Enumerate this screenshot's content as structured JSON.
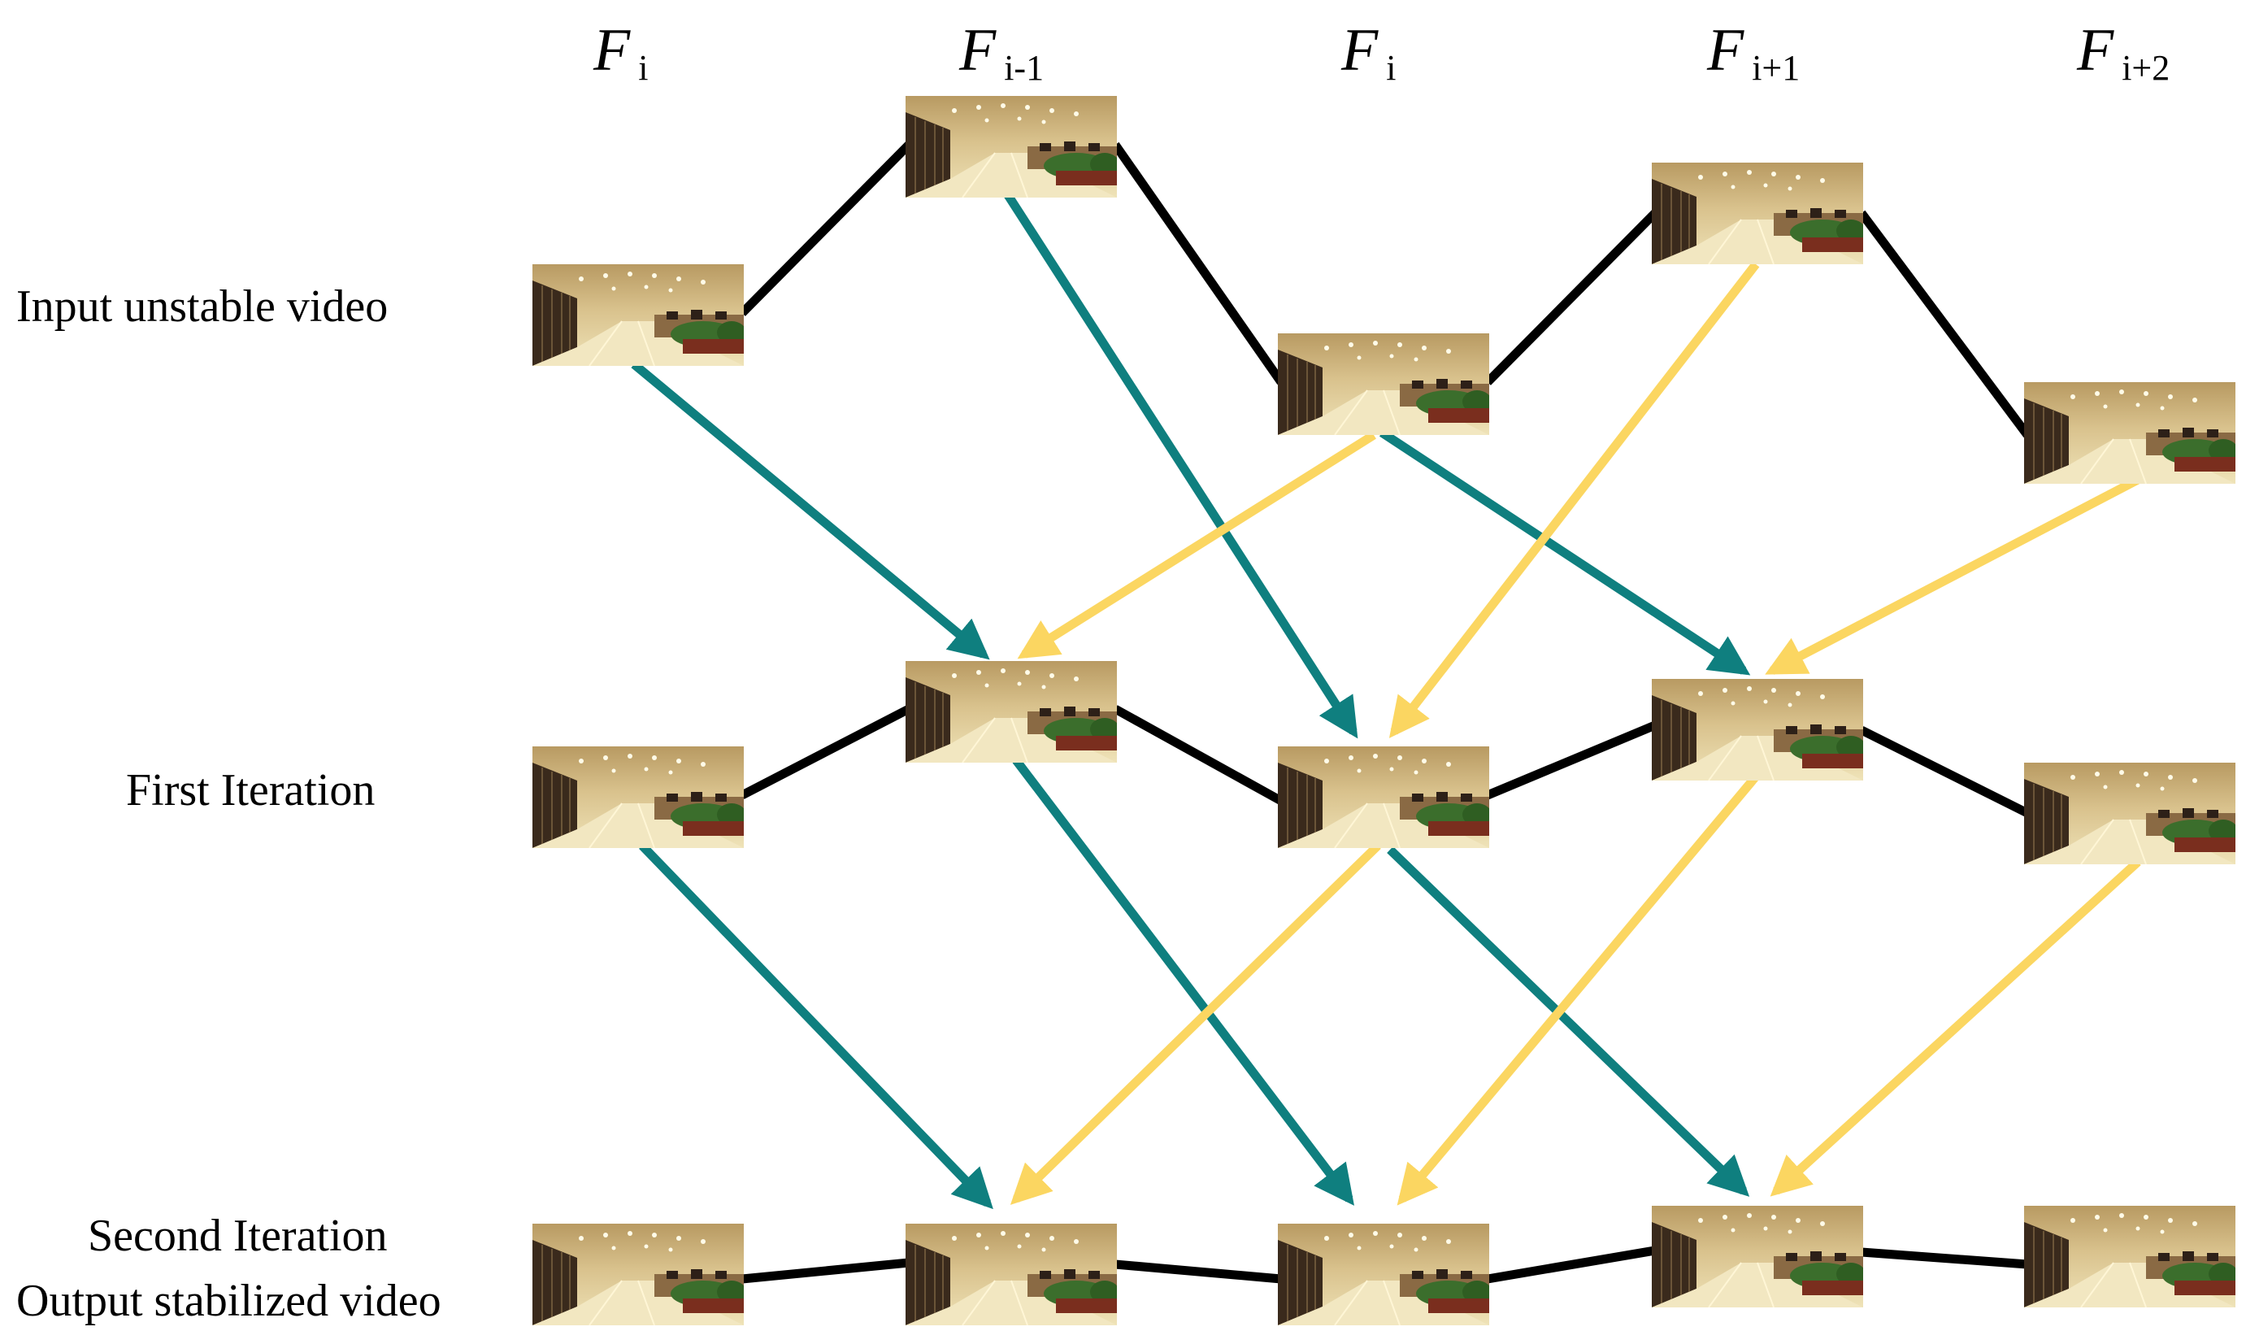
{
  "columns": [
    {
      "symbol": "F",
      "subscript": "i"
    },
    {
      "symbol": "F",
      "subscript": "i-1"
    },
    {
      "symbol": "F",
      "subscript": "i"
    },
    {
      "symbol": "F",
      "subscript": "i+1"
    },
    {
      "symbol": "F",
      "subscript": "i+2"
    }
  ],
  "rows": {
    "input": "Input unstable video",
    "first": "First Iteration",
    "second_line1": "Second Iteration",
    "second_line2": "Output stabilized video"
  },
  "colors": {
    "connector": "#000000",
    "forward_arrow": "#0f7f7f",
    "backward_arrow": "#fbd661",
    "frame_wall": "#cfb57f",
    "frame_floor": "#ece0b3",
    "frame_shelf": "#3a2a1c",
    "frame_plant": "#3b6e2c"
  }
}
